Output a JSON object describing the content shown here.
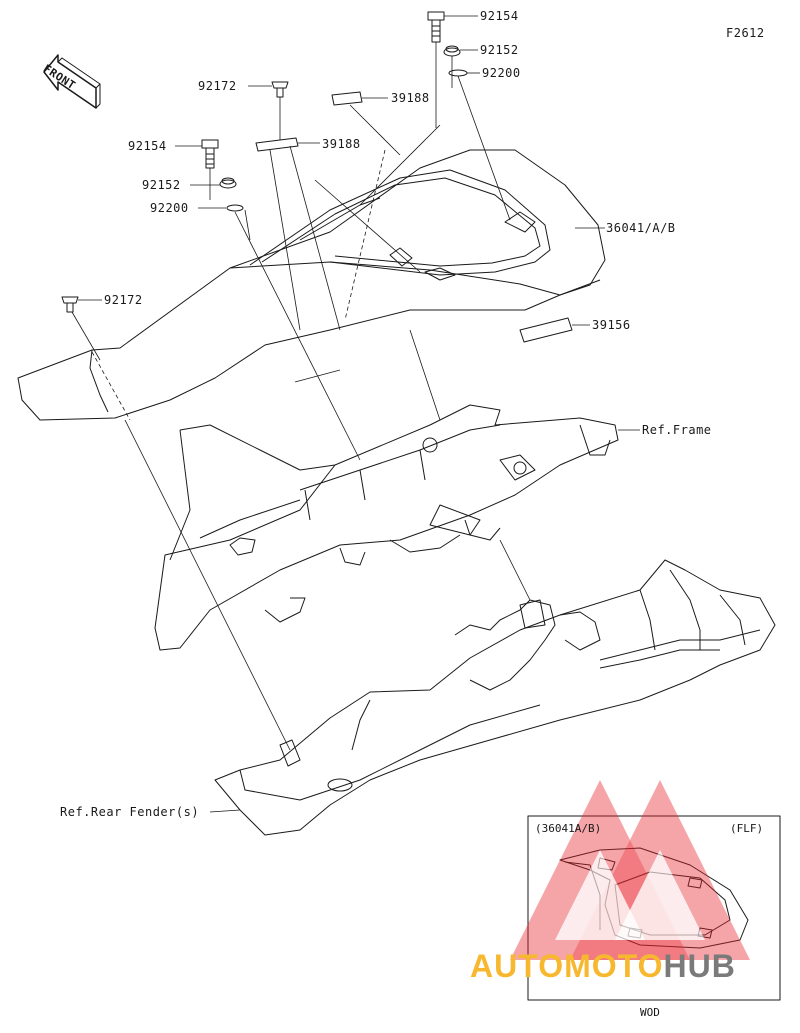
{
  "figure_code": "F2612",
  "front_label": "FRONT",
  "parts": [
    {
      "id": "p1",
      "number": "92154"
    },
    {
      "id": "p2",
      "number": "92152"
    },
    {
      "id": "p3",
      "number": "92200"
    },
    {
      "id": "p4",
      "number": "92172"
    },
    {
      "id": "p5",
      "number": "39188"
    },
    {
      "id": "p6",
      "number": "92154"
    },
    {
      "id": "p7",
      "number": "39188"
    },
    {
      "id": "p8",
      "number": "92152"
    },
    {
      "id": "p9",
      "number": "92200"
    },
    {
      "id": "p10",
      "number": "36041/A/B"
    },
    {
      "id": "p11",
      "number": "92172"
    },
    {
      "id": "p12",
      "number": "39156"
    },
    {
      "id": "p13",
      "number": "Ref.Frame"
    },
    {
      "id": "p14",
      "number": "Ref.Rear Fender(s)"
    }
  ],
  "inset": {
    "title_left": "(36041A/B)",
    "title_right": "(FLF)",
    "caption": "WOD"
  },
  "watermark": {
    "part1": "AUTOMOTO",
    "part2": "HUB",
    "colors": {
      "red": "#e8232a",
      "yellow": "#f7b82f",
      "gray": "#7a7a7a"
    }
  }
}
